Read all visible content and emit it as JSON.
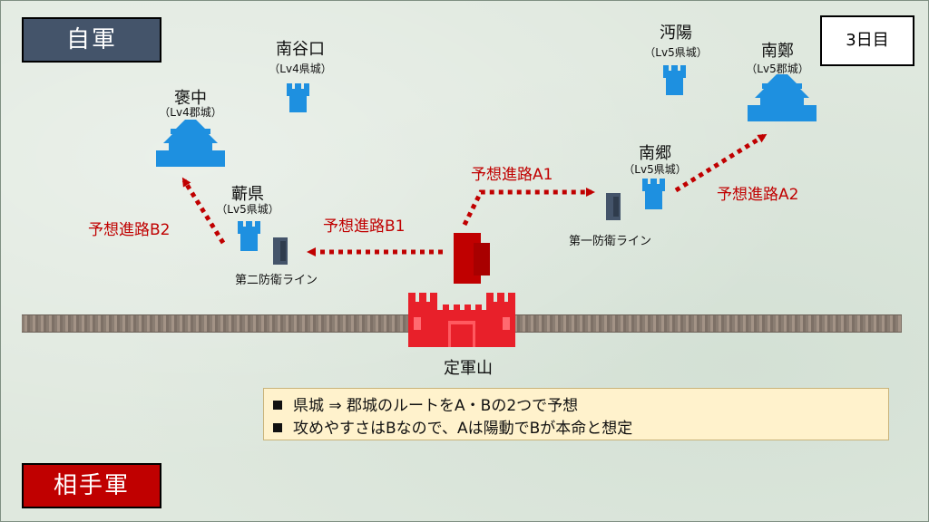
{
  "labels": {
    "self_army": "自軍",
    "enemy_army": "相手軍",
    "day": "3日目"
  },
  "castles": {
    "nankoku": {
      "name": "南谷口",
      "level": "（Lv4県城）"
    },
    "hochu": {
      "name": "褒中",
      "level": "（Lv4郡城）"
    },
    "kinken": {
      "name": "蘄県",
      "level": "（Lv5県城）"
    },
    "benyo": {
      "name": "沔陽",
      "level": "（Lv5県城）"
    },
    "nantei": {
      "name": "南鄭",
      "level": "（Lv5郡城）"
    },
    "nankyo": {
      "name": "南郷",
      "level": "（Lv5県城）"
    },
    "teigun": {
      "name": "定軍山"
    }
  },
  "routes": {
    "a1": "予想進路A1",
    "a2": "予想進路A2",
    "b1": "予想進路B1",
    "b2": "予想進路B2"
  },
  "defense_lines": {
    "first": "第一防衛ライン",
    "second": "第二防衛ライン"
  },
  "notes": [
    "県城 ⇒ 郡城のルートをA・Bの2つで予想",
    "攻めやすさはBなので、Aは陽動でBが本命と想定"
  ],
  "colors": {
    "self": "#44546a",
    "enemy": "#c00000",
    "castle_blue": "#1e90e0",
    "route_red": "#c00000",
    "note_bg": "#fff2cc"
  }
}
